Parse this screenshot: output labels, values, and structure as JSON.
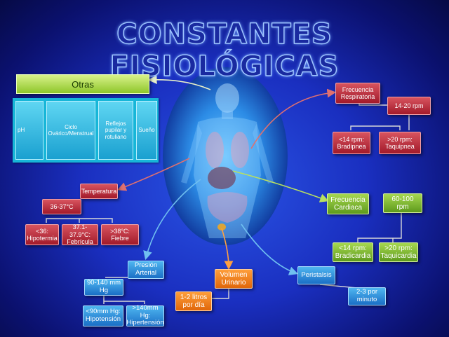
{
  "title": "CONSTANTES FISIOLÓGICAS",
  "colors": {
    "red": "#b8263a",
    "green": "#7ab83a",
    "blue": "#2a8ae0",
    "orange": "#f07a1a",
    "cyan": "#2ab8e0",
    "background": "#1a2fc0"
  },
  "otras": {
    "label": "Otras",
    "items": [
      "pH",
      "Ciclo Ovárico/Menstrual",
      "Reflejos pupilar y rotuliano",
      "Sueño"
    ]
  },
  "respiratoria": {
    "label": "Frecuencia Respiratoria",
    "range": "14-20 rpm",
    "low": "<14 rpm: Bradipnea",
    "high": ">20 rpm: Taquipnea"
  },
  "temperatura": {
    "label": "Temperatura",
    "range": "36-37°C",
    "low": "<36: Hipotermia",
    "mid": "37.1-37.9°C: Febrícula",
    "high": ">38°C: Fiebre"
  },
  "cardiaca": {
    "label": "Frecuencia Cardiaca",
    "range": "60-100 rpm",
    "low": "<14 rpm: Bradicardia",
    "high": ">20 rpm: Taquicardia"
  },
  "presion": {
    "label": "Presión Arterial",
    "range": "90-140 mm Hg",
    "low": "<90mm Hg: Hipotensión",
    "high": ">140mm Hg: Hipertensión"
  },
  "urinario": {
    "label": "Volumen Urinario",
    "range": "1-2 litros por día"
  },
  "peristalsis": {
    "label": "Peristalsis",
    "range": "2-3 por minuto"
  }
}
